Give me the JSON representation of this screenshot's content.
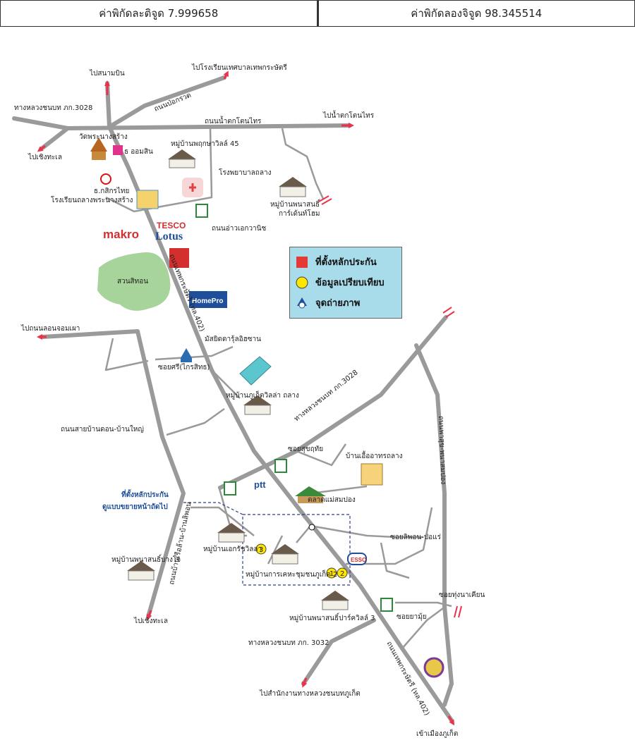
{
  "coords": {
    "lat_label": "ค่าพิกัดละติจูด 7.999658",
    "lon_label": "ค่าพิกัดลองจิจูด 98.345514"
  },
  "legend": {
    "items": [
      {
        "label": "ที่ตั้งหลักประกัน",
        "symbol": "red-square"
      },
      {
        "label": "ข้อมูลเปรียบเทียบ",
        "symbol": "yellow-circle"
      },
      {
        "label": "จุดถ่ายภาพ",
        "symbol": "camera-point"
      }
    ]
  },
  "colors": {
    "road": "#9a9a9a",
    "arrow": "#e8334a",
    "legend_bg": "#a8dcea",
    "park": "#a6d49a",
    "pool": "#5cc6cf",
    "dashed_box": "#2b3f8f"
  },
  "places": {
    "to_airport": "ไปสนามบิน",
    "to_school_top": "ไปโรงเรียนเทศบาลเทพกระษัตรี",
    "road_3028_top": "ทางหลวงชนบท ภก.3028",
    "road_bon_krot": "ถนนป่อกรวด",
    "road_namtok": "ถนนน้ำตกโตนไทร",
    "to_namtok": "ไปน้ำตกโตนไทร",
    "wat": "วัดพระนางสร้าง",
    "to_choeng_thale_top": "ไปเชิงทะเล",
    "seven_eleven_small": "ธ ออมสิน",
    "village_45": "หมู่บ้านพฤกษาวิลล์ 45",
    "hospital": "โรงพยาบาลถลาง",
    "kbank": "ธ.กสิกรไทย",
    "school_phranang": "โรงเรียนถลางพระนางสร้าง",
    "village_karn": "หมู่บ้านพนาสนธิ์",
    "village_karn2": "การ์เด้นท์โฮม",
    "road_awk": "ถนนอ่าวเอกวานิช",
    "makro": "makro",
    "tesco1": "TESCO",
    "tesco2": "Lotus",
    "park": "สวนสิทอน",
    "homepro": "HomePro",
    "road_thepkasattri": "ถนนเทพกระษัตรี (ทล.402)",
    "to_road_phon": "ไปถนนลอนจอมเผา",
    "mosque": "มัสยิดดารุ้ลอิฮซาน",
    "soi_sri": "ซอยศรี(ไกรสิทธ)",
    "village_phuket": "หมู่บ้านภูเก็ตวิลล่า ถลาง",
    "road_3028_mid": "ทางหลวงชนบท ภก.3028",
    "road_don": "ถนนสายบ้านดอน-บ้านใหญ่",
    "soi_songkha": "ซอยสุขฤทัย",
    "shop_house": "บ้านเอื้ออาทรถลาง",
    "ptt": "ptt",
    "site_note1": "ที่ตั้งหลักประกัน",
    "site_note2": "ดูแบบขยายหน้าถัดไป",
    "market": "ตลาดแม่สมปอง",
    "road_rastom": "ถนนบ้านเรือล้าน-บ้านลิพอน",
    "road_pasuk": "ถนนพาสุข-พนาสมปอง",
    "village_ek": "หมู่บ้านเอกรัชวิลล่า",
    "village_bangjo": "หมู่บ้านพนาสนธิ์บางโจ",
    "village_karnkaha": "หมู่บ้านการเคหะชุมชนภูเก็ต 2",
    "soi_siphon": "ซอยลิพอน-ปอแร่",
    "esso": "ESSO",
    "soi_naeyian": "ซอยทุ่งนาเคียน",
    "soi_yanui": "ซอยยามุ้ย",
    "village_park3": "หมู่บ้านพนาสนธิ์ปาร์ควิลล์ 3",
    "to_choeng_thale_bot": "ไปเชิงทะเล",
    "road_3032": "ทางหลวงชนบท ภก. 3032",
    "road_thepkasattri_bot": "ถนนเทพกระษัตรี (ทล.402)",
    "to_office": "ไปสำนักงานทางหลวงชนบทภูเก็ต",
    "to_phuket": "เข้าเมืองภูเก็ต",
    "num1": "1",
    "num2": "2",
    "num3": "3"
  }
}
